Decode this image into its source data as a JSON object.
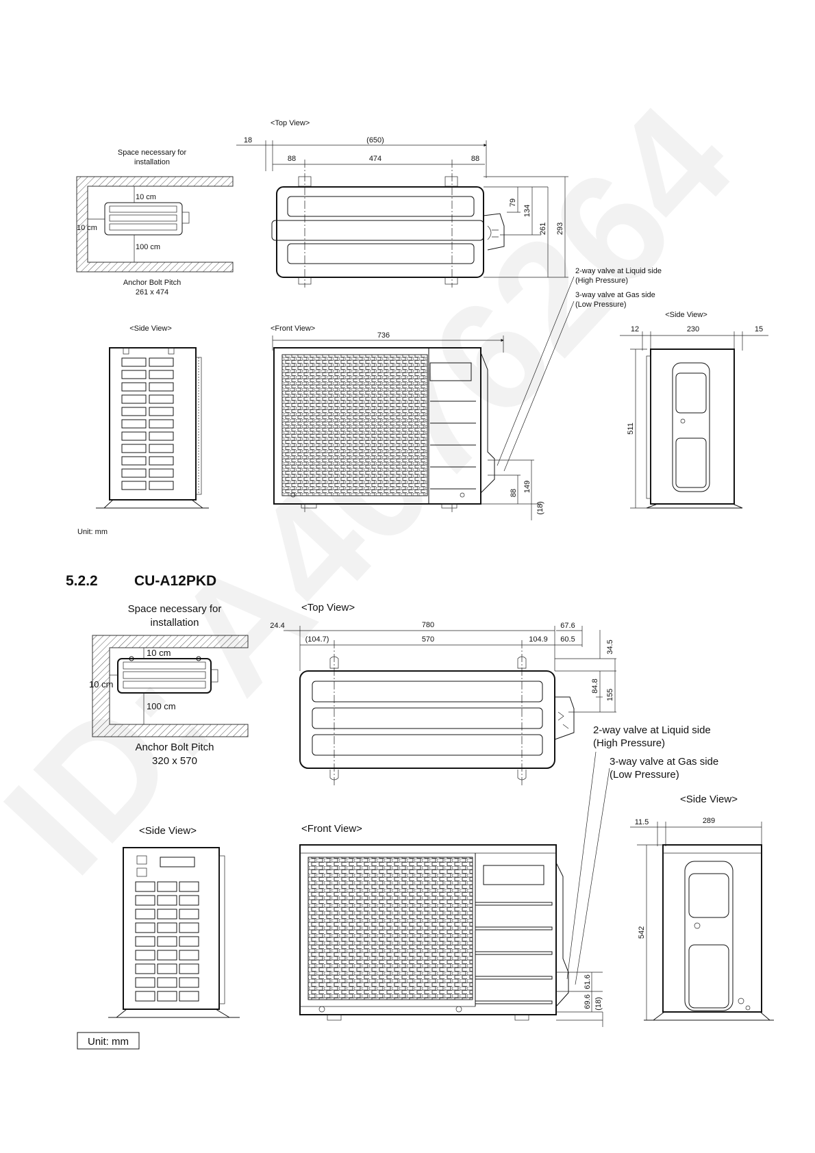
{
  "watermark": "ID: A4076264",
  "section1": {
    "top_view": "<Top View>",
    "front_view": "<Front View>",
    "side_view_left": "<Side View>",
    "side_view_right": "<Side View>",
    "space_title_1": "Space necessary for",
    "space_title_2": "installation",
    "space_top": "10 cm",
    "space_left": "10 cm",
    "space_bottom": "100 cm",
    "anchor_title": "Anchor Bolt Pitch",
    "anchor_value": "261 x 474",
    "valve_liquid_1": "2-way valve at Liquid side",
    "valve_liquid_2": "(High Pressure)",
    "valve_gas_1": "3-way valve at Gas side",
    "valve_gas_2": "(Low Pressure)",
    "unit": "Unit: mm",
    "dims": {
      "d18": "18",
      "d650": "(650)",
      "d88a": "88",
      "d474": "474",
      "d88b": "88",
      "d79": "79",
      "d134": "134",
      "d261": "261",
      "d293": "293",
      "d736": "736",
      "d12": "12",
      "d230": "230",
      "d15": "15",
      "d511": "511",
      "d88c": "88",
      "d149": "149",
      "d18b": "(18)"
    }
  },
  "section2": {
    "number": "5.2.2",
    "model": "CU-A12PKD",
    "top_view": "<Top View>",
    "front_view": "<Front View>",
    "side_view_left": "<Side View>",
    "side_view_right": "<Side View>",
    "space_title_1": "Space necessary for",
    "space_title_2": "installation",
    "space_top": "10 cm",
    "space_left": "10 cm",
    "space_bottom": "100 cm",
    "anchor_title": "Anchor Bolt Pitch",
    "anchor_value": "320 x 570",
    "valve_liquid_1": "2-way valve at Liquid side",
    "valve_liquid_2": "(High Pressure)",
    "valve_gas_1": "3-way valve at Gas side",
    "valve_gas_2": "(Low Pressure)",
    "unit": "Unit: mm",
    "dims": {
      "d24": "24.4",
      "d780": "780",
      "d676": "67.6",
      "d1047": "(104.7)",
      "d570": "570",
      "d1049": "104.9",
      "d605": "60.5",
      "d345": "34.5",
      "d848": "84.8",
      "d155": "155",
      "d115": "11.5",
      "d289": "289",
      "d542": "542",
      "d616": "61.6",
      "d696": "69.6",
      "d18": "(18)"
    }
  }
}
